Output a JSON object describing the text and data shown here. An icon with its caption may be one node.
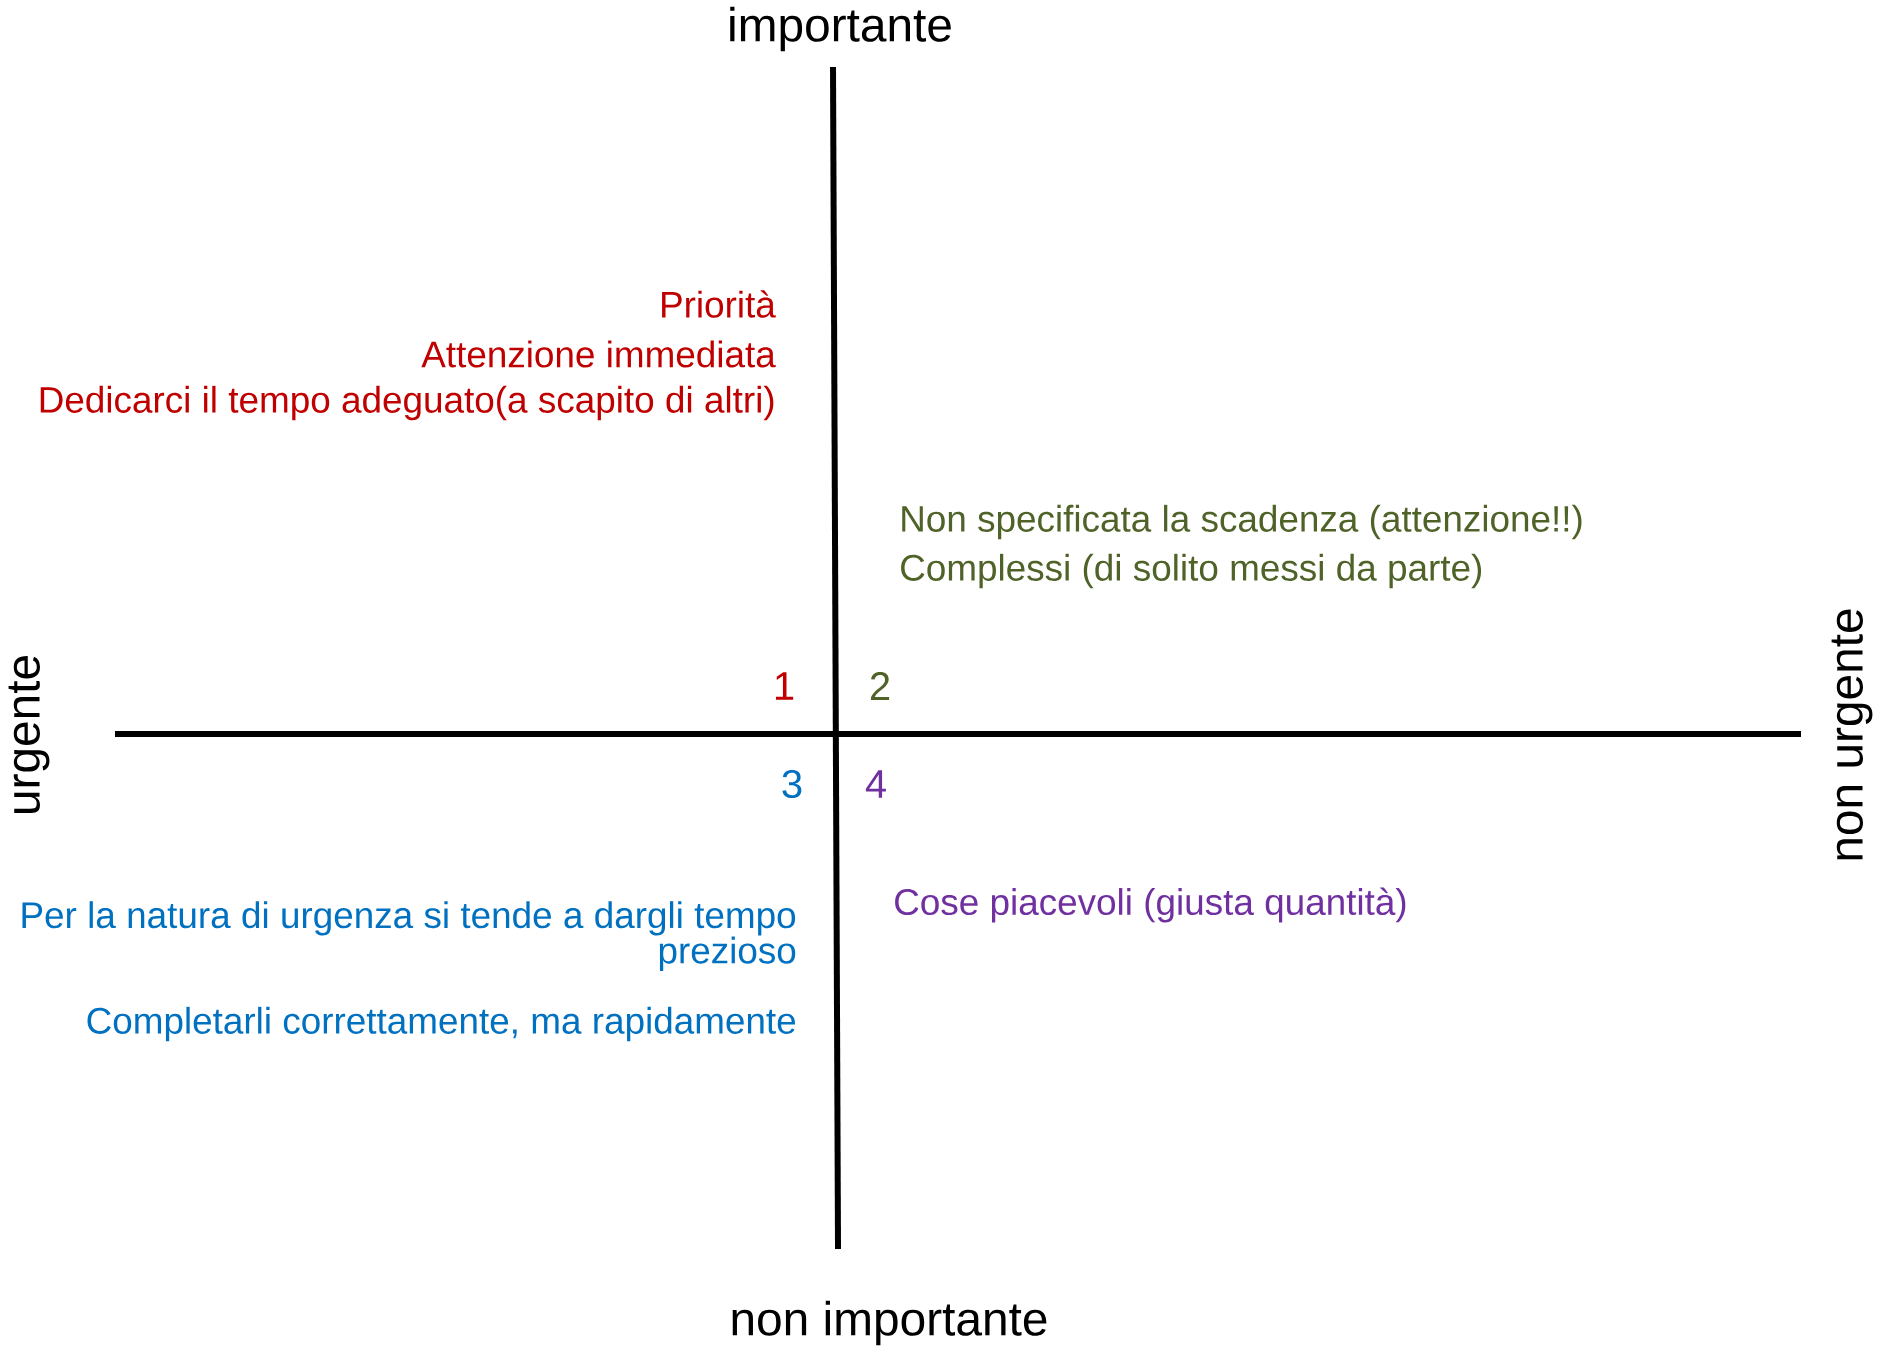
{
  "diagram": {
    "labels": [
      "importante",
      "Priorità",
      "Attenzione immediata",
      "Dedicarci il tempo adeguato(a scapito di altri)",
      "Non specificata la scadenza (attenzione!!)",
      "Complessi (di solito messi da parte)",
      "urgente",
      "non urgente",
      "1",
      "2",
      "3",
      "4",
      "Cose piacevoli (giusta quantità)",
      "Per la natura di urgenza si tende a dargli tempo prezioso",
      "Completarli correttamente, ma rapidamente",
      "non importante"
    ]
  }
}
